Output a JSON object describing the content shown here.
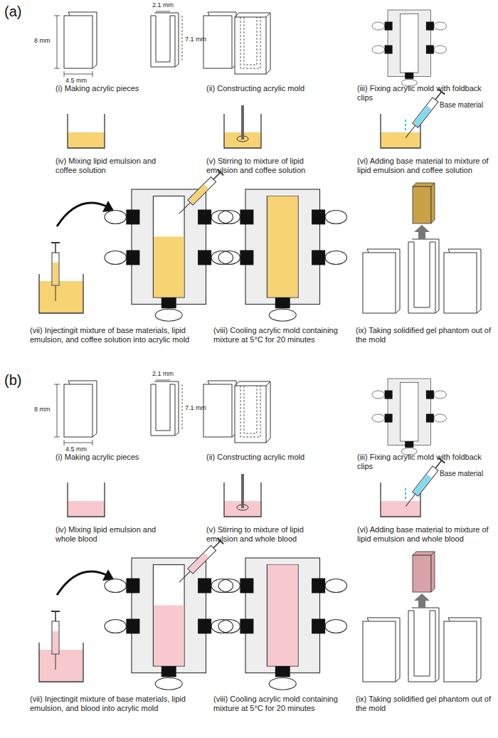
{
  "diagram": {
    "labels": [
      "(a)",
      "8 mm",
      "4.5 mm",
      "2.1 mm",
      "7.1 mm",
      "(i) Making acrylic pieces",
      "(ii) Constructing acrylic mold",
      "(iii) Fixing acrylic mold with foldback clips",
      "(iv) Mixing lipid emulsion and coffee solution",
      "(v) Stirring to mixture of lipid emulsion and coffee solution",
      "Base material",
      "(vi) Adding base material to mixture of lipid emulsion and coffee solution",
      "(vii) Injectingit mixture of base materials, lipid emulsion, and coffee solution into acrylic mold",
      "(viii) Cooling acrylic mold containing mixture at 5°C for 20 minutes",
      "(ix) Taking solidified gel phantom out of the mold",
      "(b)",
      "8 mm",
      "4.5 mm",
      "2.1 mm",
      "7.1 mm",
      "(i) Making acrylic pieces",
      "(ii) Constructing acrylic mold",
      "(iii) Fixing acrylic mold with foldback clips",
      "(iv) Mixing lipid emulsion and whole blood",
      "(v) Stirring to mixture of lipid emulsion and whole blood",
      "Base material",
      "(vi) Adding base material to mixture of lipid emulsion and whole blood",
      "(vii) Injectingit mixture of base materials, lipid emulsion, and blood into acrylic mold",
      "(viii) Cooling acrylic mold containing mixture at 5°C for 20 minutes",
      "(ix) Taking solidified gel phantom out of the mold"
    ]
  }
}
